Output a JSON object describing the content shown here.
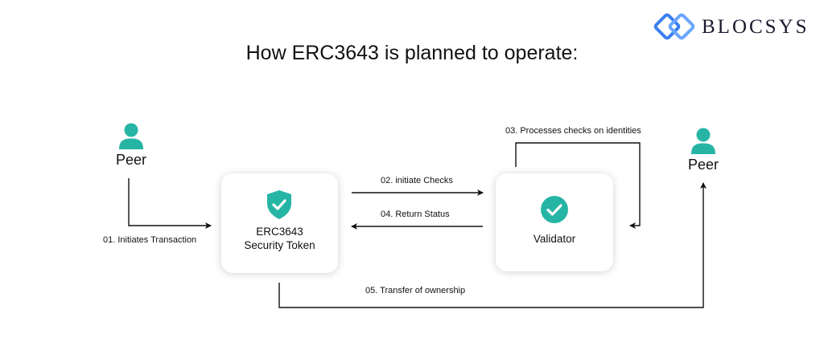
{
  "title": "How ERC3643 is planned to operate:",
  "logo": {
    "text": "BLOCSYS",
    "color": "#3a7ff0"
  },
  "nodes": {
    "peer_left": {
      "label": "Peer",
      "icon": "user-icon"
    },
    "token": {
      "line1": "ERC3643",
      "line2": "Security Token",
      "icon": "shield-check-icon"
    },
    "validator": {
      "label": "Validator",
      "icon": "check-circle-icon"
    },
    "peer_right": {
      "label": "Peer",
      "icon": "user-icon"
    }
  },
  "steps": {
    "s1": "01.  Initiates Transaction",
    "s2": "02. initiate Checks",
    "s3": "03. Processes checks on identities",
    "s4": "04. Return Status",
    "s5": "05. Transfer of ownership"
  },
  "colors": {
    "accent": "#26b5a5",
    "line": "#111111"
  }
}
